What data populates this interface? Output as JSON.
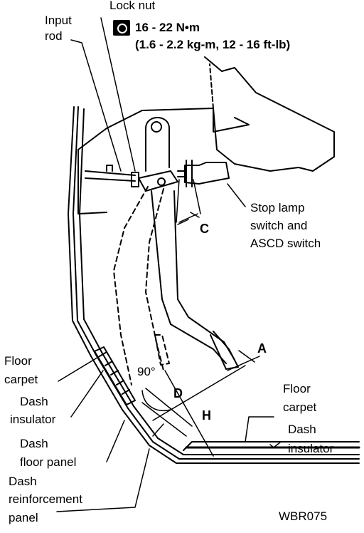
{
  "labels": {
    "lock_nut": "Lock nut",
    "input_rod_1": "Input",
    "input_rod_2": "rod",
    "torque_1": "16 - 22 N•m",
    "torque_2": "(1.6 - 2.2 kg-m, 12 - 16 ft-lb)",
    "stop_lamp_1": "Stop lamp",
    "stop_lamp_2": "switch and",
    "stop_lamp_3": "ASCD switch",
    "floor_carpet_left_1": "Floor",
    "floor_carpet_left_2": "carpet",
    "dash_insulator_left_1": "Dash",
    "dash_insulator_left_2": "insulator",
    "dash_floor_panel_1": "Dash",
    "dash_floor_panel_2": "floor panel",
    "dash_reinf_1": "Dash",
    "dash_reinf_2": "reinforcement",
    "dash_reinf_3": "panel",
    "floor_carpet_right_1": "Floor",
    "floor_carpet_right_2": "carpet",
    "dash_insulator_right_1": "Dash",
    "dash_insulator_right_2": "insulator",
    "angle": "90°",
    "dim_a": "A",
    "dim_c": "C",
    "dim_d": "D",
    "dim_h": "H",
    "figure_code": "WBR075"
  },
  "icons": {
    "torque": "torque-wrench-icon"
  }
}
